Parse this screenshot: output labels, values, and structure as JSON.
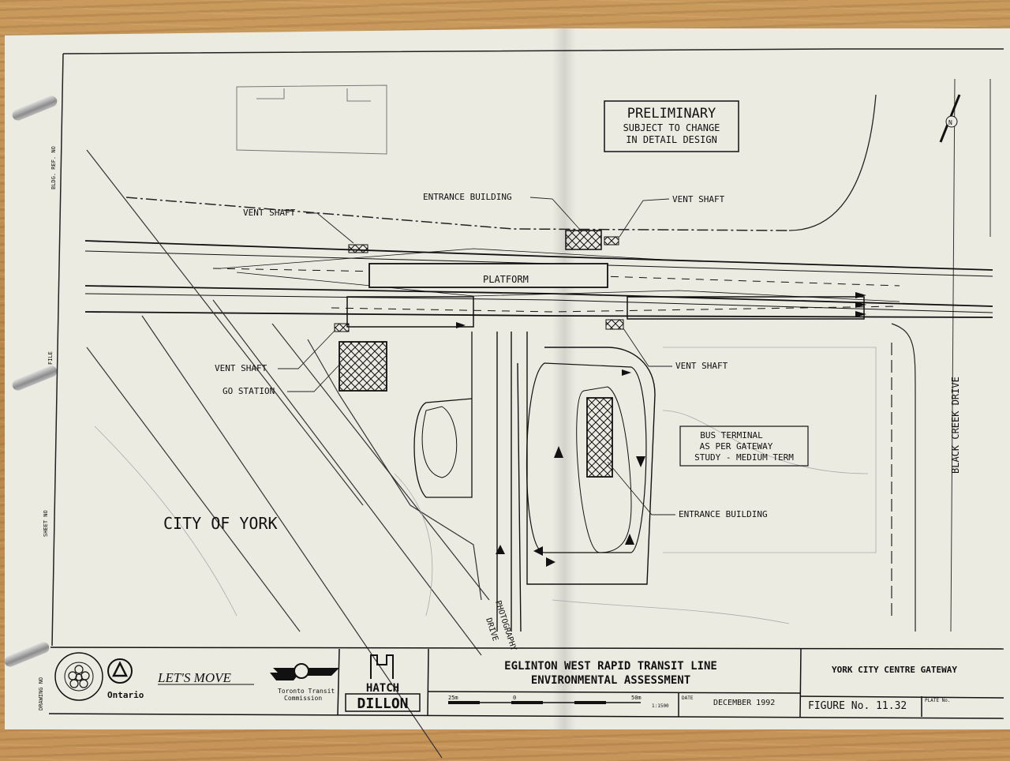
{
  "preliminary_box": {
    "title": "PRELIMINARY",
    "line1": "SUBJECT TO CHANGE",
    "line2": "IN DETAIL DESIGN"
  },
  "margin_labels": {
    "bldg_ref": "BLDG. REF. NO",
    "file": "FILE",
    "sheet_no": "SHEET NO",
    "drawing_no": "DRAWING NO"
  },
  "plan_labels": {
    "entrance_building_top": "ENTRANCE BUILDING",
    "vent_shaft_top_left": "VENT SHAFT",
    "vent_shaft_top_right": "VENT SHAFT",
    "platform": "PLATFORM",
    "vent_shaft_left": "VENT SHAFT",
    "go_station": "GO STATION",
    "vent_shaft_right": "VENT SHAFT",
    "bus_terminal_1": "BUS TERMINAL",
    "bus_terminal_2": "AS PER GATEWAY",
    "bus_terminal_3": "STUDY - MEDIUM TERM",
    "entrance_building_bottom": "ENTRANCE BUILDING",
    "city_of_york": "CITY OF YORK",
    "black_creek_drive": "BLACK CREEK DRIVE",
    "photography_drive_1": "PHOTOGRAPHY",
    "photography_drive_2": "DRIVE"
  },
  "title_block": {
    "ontario": "Ontario",
    "lets_move": "LET'S MOVE",
    "ttc_line1": "Toronto Transit",
    "ttc_line2": "Commission",
    "hatch": "HATCH",
    "dillon": "DILLON",
    "project_line1": "EGLINTON WEST RAPID TRANSIT LINE",
    "project_line2": "ENVIRONMENTAL ASSESSMENT",
    "scale_left": "25m",
    "scale_zero": "0",
    "scale_right": "50m",
    "scale_ratio": "1:1500",
    "date_label": "DATE",
    "date": "DECEMBER 1992",
    "sheet_title": "YORK CITY CENTRE GATEWAY",
    "figure": "FIGURE No. 11.32",
    "plate_label": "PLATE No."
  },
  "colors": {
    "ink": "#111111",
    "paper": "#ecebe2",
    "wood": "#b88a4e"
  }
}
